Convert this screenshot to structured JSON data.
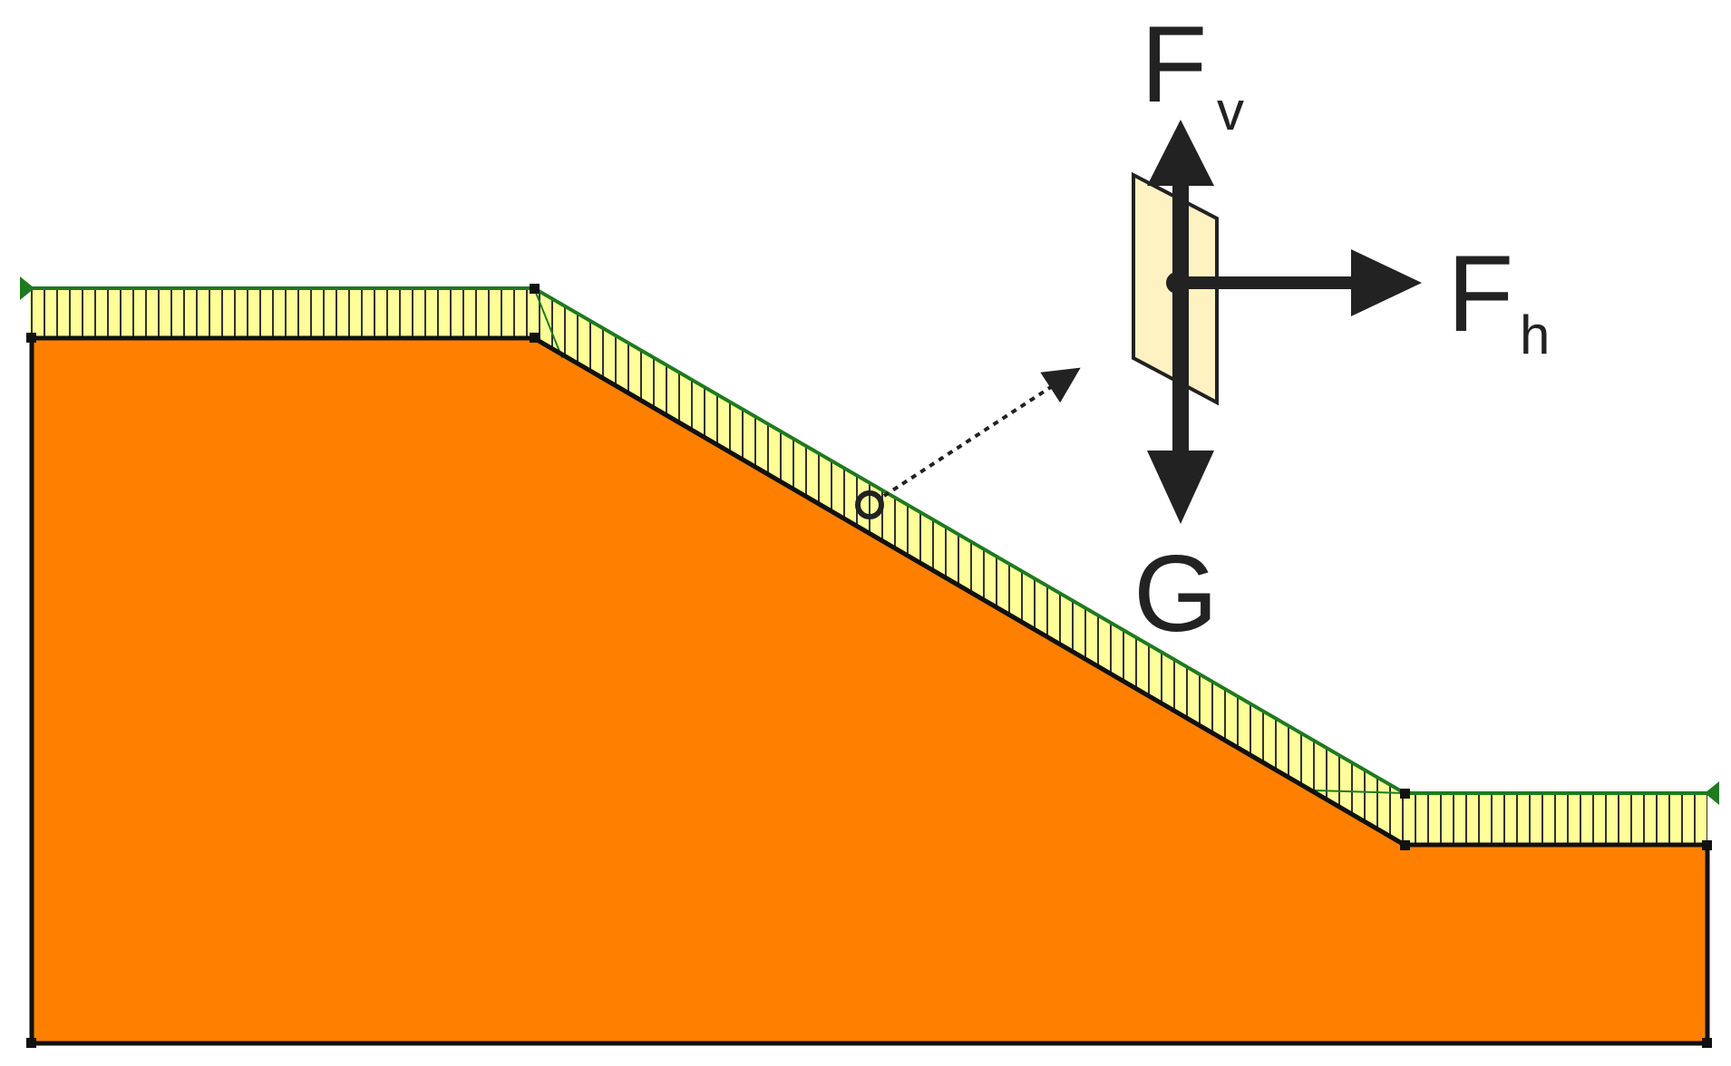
{
  "colors": {
    "soil": "#ff8000",
    "cover_layer": "#ffff99",
    "plate": "#fff2c2",
    "outline": "#111111",
    "hatch": "#333333",
    "green_line": "#1e7a1e",
    "arrow": "#222222"
  },
  "labels": {
    "fv_main": "F",
    "fv_sub": "v",
    "fh_main": "F",
    "fh_sub": "h",
    "g": "G"
  }
}
